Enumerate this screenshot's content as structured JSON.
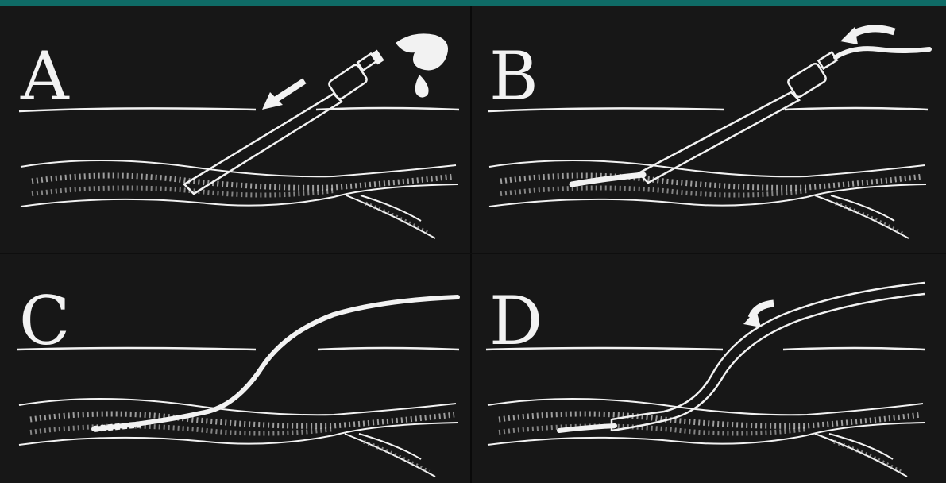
{
  "panels": [
    {
      "id": "A",
      "label": "A"
    },
    {
      "id": "B",
      "label": "B"
    },
    {
      "id": "C",
      "label": "C"
    },
    {
      "id": "D",
      "label": "D"
    }
  ],
  "colors": {
    "background": "#171717",
    "accent_bar": "#0f6b66",
    "line": "#f2f2f2"
  },
  "icons": {
    "syringe": "syringe-icon",
    "blood_drop": "blood-drop-icon",
    "arrow": "direction-arrow-icon",
    "guidewire": "guidewire",
    "catheter": "catheter"
  }
}
